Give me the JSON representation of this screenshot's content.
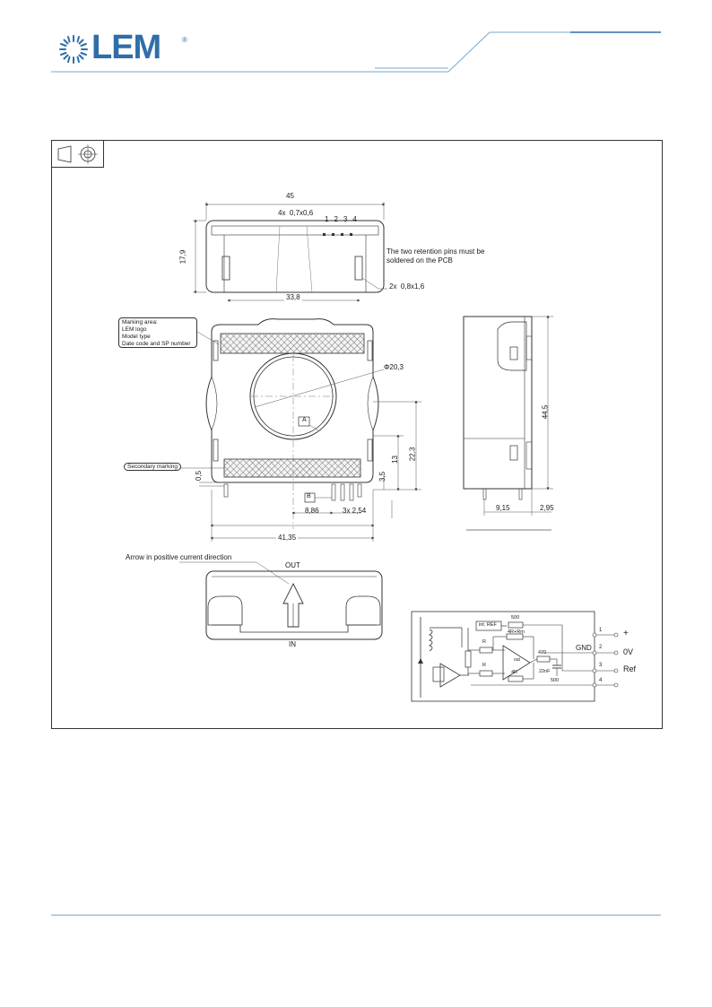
{
  "header": {
    "brand": "LEM",
    "registered": "®"
  },
  "drawing": {
    "top_view": {
      "width": "45",
      "holes": "4x  0,7x0,6",
      "pin_numbers": [
        "1",
        "2",
        "3",
        "4"
      ],
      "height": "17,9",
      "retention_note_line1": "The two retention pins must be",
      "retention_note_line2": "soldered on the PCB",
      "retention_pins": "2x  0,8x1,6",
      "pin_span": "33,8"
    },
    "front_view": {
      "marking_area": [
        "Marking area:",
        "LEM logo",
        "Model type",
        "Date code and SP number"
      ],
      "aperture": "Φ20,3",
      "secondary_marking": "Secondary marking",
      "datum_a": "A",
      "datum_b": "B",
      "dim_22_3": "22,3",
      "dim_13": "13",
      "dim_3_5": "3,5",
      "dim_0_5": "0,5",
      "dim_8_86": "8,86",
      "pin_pitch": "3x 2,54",
      "total_width": "41,35"
    },
    "side_view": {
      "height": "44,5",
      "dim_9_15": "9,15",
      "dim_2_95": "2,95"
    },
    "bottom_view": {
      "arrow_note": "Arrow in positive current direction",
      "out_label": "OUT",
      "in_label": "IN"
    },
    "schematic": {
      "int_ref": "int. REF",
      "r500": "500",
      "r_feedback": "4R+Rm",
      "r1": "R",
      "r2": "R",
      "r4": "4R",
      "r470": "470",
      "c22n": "22nF",
      "r_out": "out",
      "r_500b": "500",
      "pin1": "1",
      "pin2": "2",
      "pin3": "3",
      "pin4": "4",
      "plus": "+",
      "zero_v": "0V",
      "gnd": "GND",
      "ref": "Ref"
    }
  }
}
